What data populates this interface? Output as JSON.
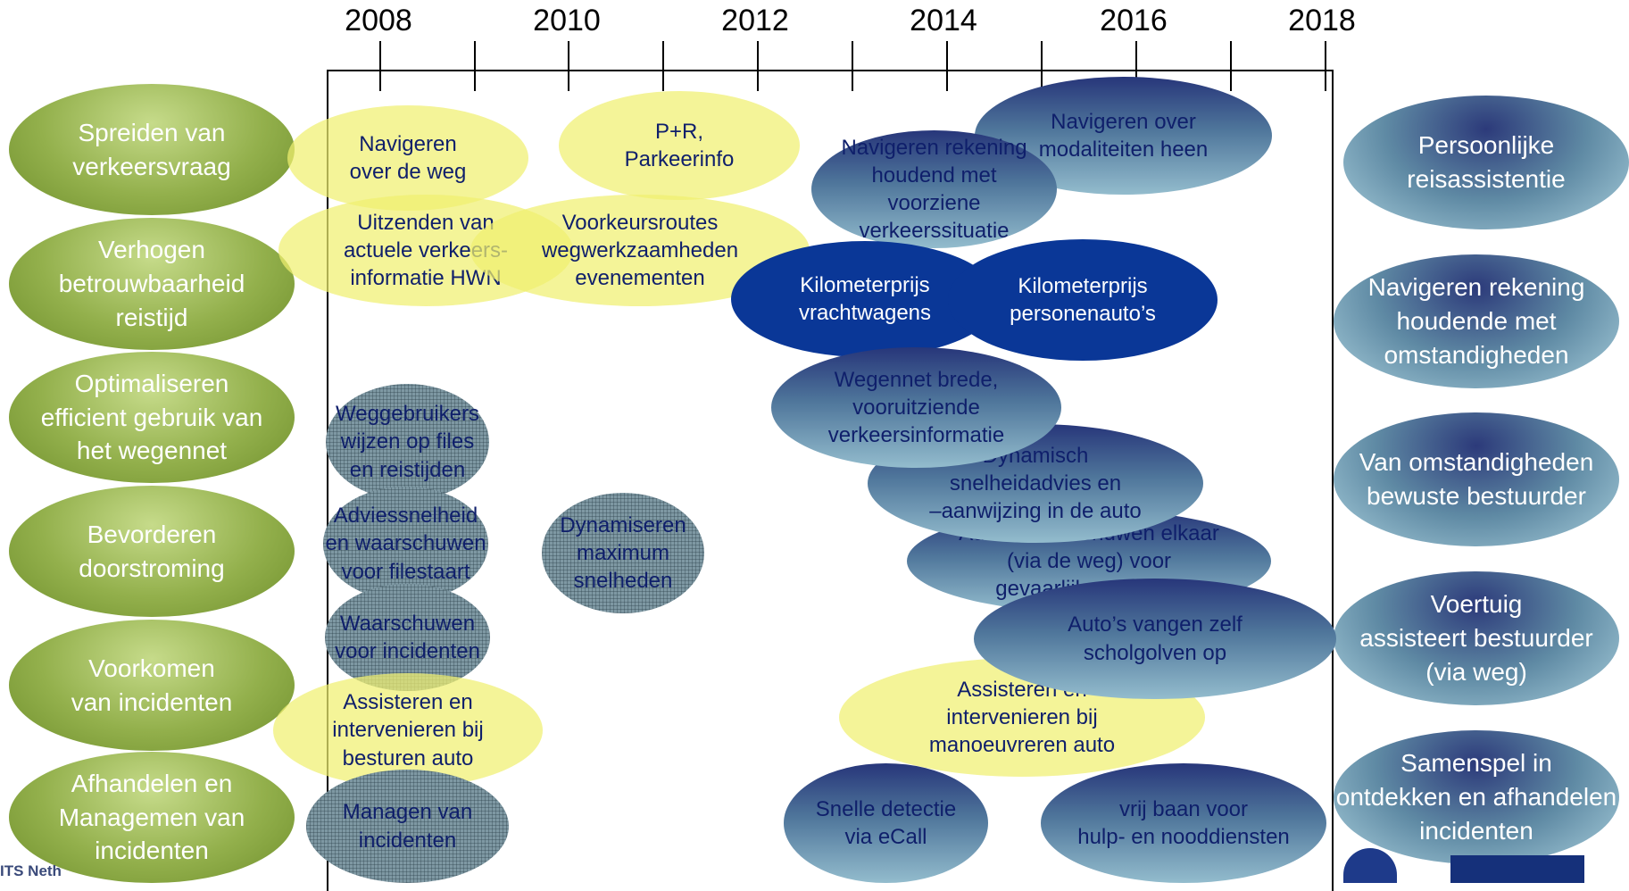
{
  "years": [
    "2008",
    "2010",
    "2012",
    "2014",
    "2016",
    "2018"
  ],
  "goals": [
    "Spreiden van\nverkeersvraag",
    "Verhogen\nbetrouwbaarheid\nreistijd",
    "Optimaliseren\nefficient gebruik van\nhet wegennet",
    "Bevorderen\ndoorstroming",
    "Voorkomen\nvan incidenten",
    "Afhandelen en\nManagemen van\nincidenten"
  ],
  "outcomes": [
    "Persoonlijke\nreisassistentie",
    "Navigeren rekening\nhoudende met\nomstandigheden",
    "Van omstandigheden\nbewuste bestuurder",
    "Voertuig\nassisteert bestuurder\n(via weg)",
    "Samenspel in\nontdekken en afhandelen\nincidenten"
  ],
  "measures": [
    "Navigeren\nover de weg",
    "P+R,\nParkeerinfo",
    "Navigeren over\nmodaliteiten heen",
    "Navigeren rekening\nhoudend met\nvoorziene verkeerssituatie",
    "Uitzenden van\nactuele verkeers-\ninformatie HWN",
    "Voorkeursroutes\nwegwerkzaamheden\nevenementen",
    "Kilometerprijs\nvrachtwagens",
    "Kilometerprijs\npersonenauto’s",
    "Wegennet brede,\nvooruitziende\nverkeersinformatie",
    "Dynamisch\nsnelheidadvies en\n–aanwijzing in de auto",
    "Auto’s waarschuwen elkaar\n(via de weg) voor\ngevaarlijke situaties",
    "Auto’s vangen zelf\nscholgolven op",
    "Assisteren en\nintervenieren bij\nmanoeuvreren auto",
    "Weggebruikers\nwijzen op files\nen reistijden",
    "Adviessnelheid\nen waarschuwen\nvoor filestaart",
    "Waarschuwen\nvoor incidenten",
    "Dynamiseren\nmaximum\nsnelheden",
    "Assisteren en\nintervenieren bij\nbesturen auto",
    "Managen van\nincidenten",
    "Snelle detectie\nvia eCall",
    "vrij baan voor\nhulp- en nooddiensten"
  ],
  "footer": "ITS Neth",
  "colors": {
    "goal_green": "#93b04c",
    "outcome_teal": "#5f8aa4",
    "yellow": "#f0f070",
    "navy": "#0a3797",
    "text_navy": "#0f1f6b"
  }
}
